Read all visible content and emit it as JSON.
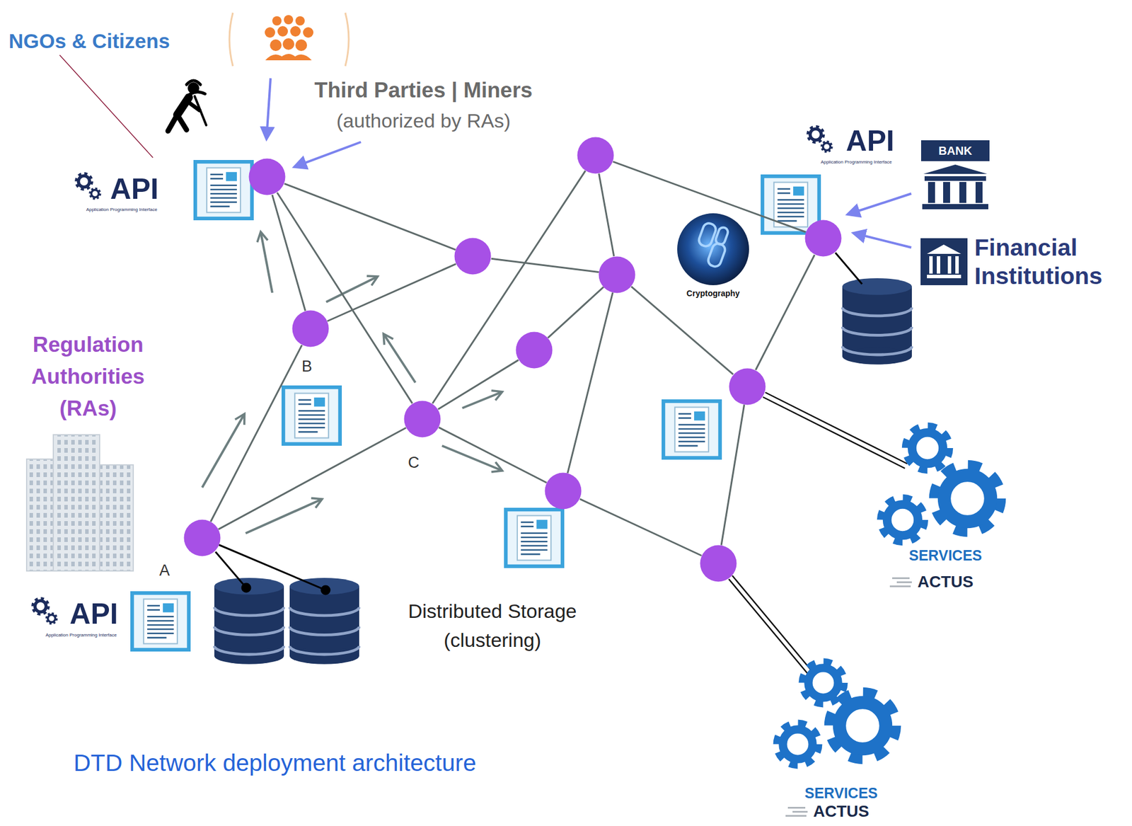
{
  "diagram": {
    "caption": "DTD Network deployment architecture",
    "nodes": [
      {
        "text": []
      },
      {
        "text": []
      },
      {
        "text": []
      },
      {
        "text": []
      },
      {
        "text": []
      },
      {
        "text": [
          "B"
        ]
      },
      {
        "text": []
      },
      {
        "text": []
      },
      {
        "text": [
          "C"
        ]
      },
      {
        "text": []
      },
      {
        "text": [
          "A"
        ]
      },
      {
        "text": []
      }
    ],
    "edges": [
      {
        "from": 10,
        "to": 5,
        "arrow": "none"
      },
      {
        "from": 10,
        "to": 8,
        "arrow": "none"
      },
      {
        "from": 5,
        "to": 0,
        "arrow": "none"
      },
      {
        "from": 8,
        "to": 0,
        "arrow": "none"
      },
      {
        "from": 0,
        "to": 3,
        "arrow": "none"
      },
      {
        "from": 5,
        "to": 3,
        "arrow": "none"
      },
      {
        "from": 3,
        "to": 4,
        "arrow": "none"
      },
      {
        "from": 8,
        "to": 1,
        "arrow": "none"
      },
      {
        "from": 1,
        "to": 4,
        "arrow": "none"
      },
      {
        "from": 1,
        "to": 2,
        "arrow": "none"
      },
      {
        "from": 8,
        "to": 6,
        "arrow": "none"
      },
      {
        "from": 6,
        "to": 4,
        "arrow": "none"
      },
      {
        "from": 4,
        "to": 9,
        "arrow": "none"
      },
      {
        "from": 4,
        "to": 7,
        "arrow": "none"
      },
      {
        "from": 8,
        "to": 9,
        "arrow": "none"
      },
      {
        "from": 9,
        "to": 11,
        "arrow": "none"
      },
      {
        "from": 2,
        "to": 7,
        "arrow": "none"
      },
      {
        "from": 7,
        "to": 11,
        "arrow": "none"
      }
    ],
    "labels": [
      "NGOs & Citizens",
      "Third Parties | Miners",
      "(authorized by RAs)",
      "API",
      "Application Programming Interface",
      "API",
      "Application Programming Interface",
      "BANK",
      "Financial Institutions",
      "Cryptography",
      "Regulation Authorities (RAs)",
      "API",
      "Application Programming Interface",
      "Distributed Storage (clustering)",
      "SERVICES",
      "ACTUS",
      "SERVICES",
      "ACTUS"
    ]
  }
}
